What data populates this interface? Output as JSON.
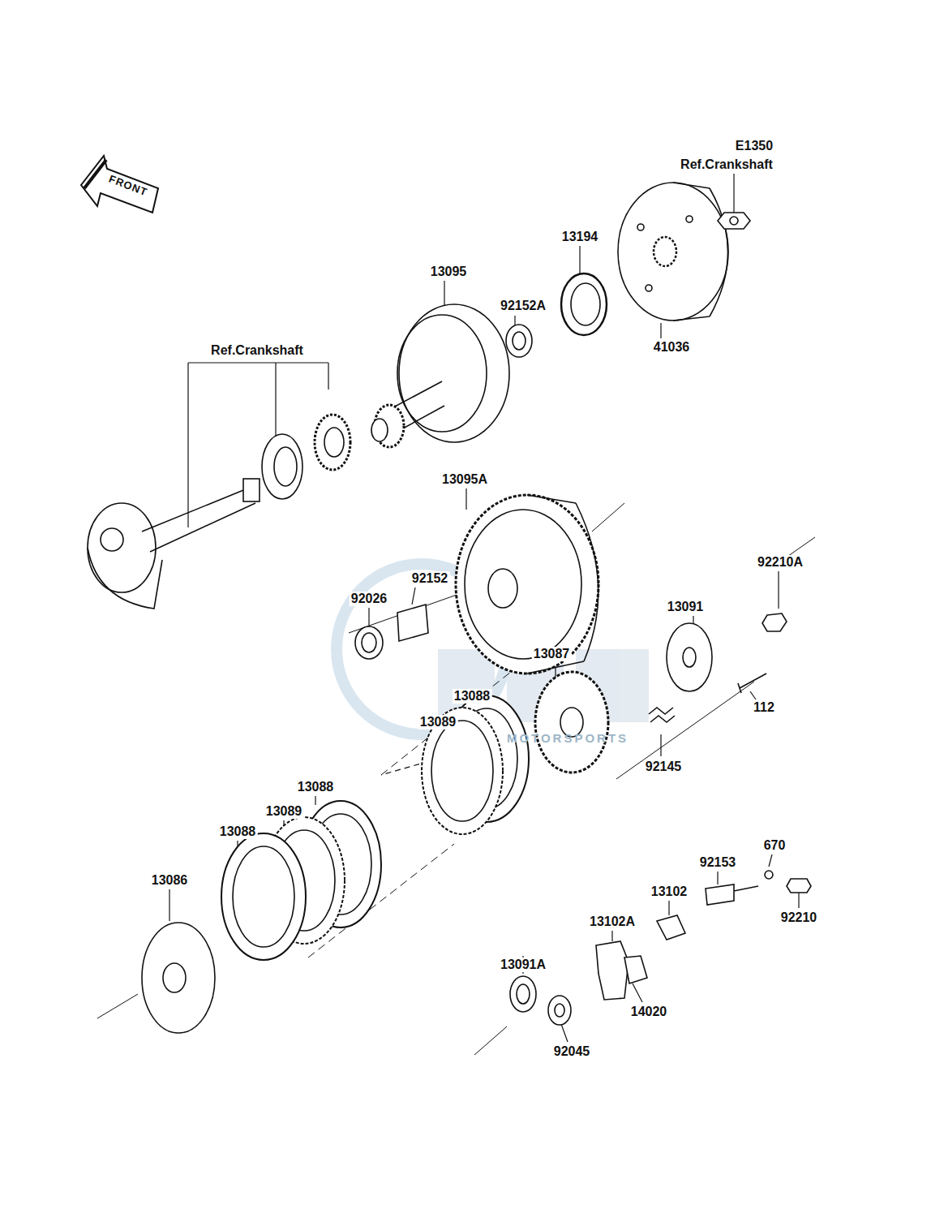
{
  "diagram": {
    "labels": [
      "E1350",
      "FRONT",
      "Ref.Crankshaft",
      "13194",
      "13095",
      "92152A",
      "41036",
      "Ref.Crankshaft",
      "13095A",
      "92152",
      "92026",
      "92210A",
      "13091",
      "13087",
      "13088",
      "13089",
      "112",
      "92145",
      "13088",
      "13089",
      "13088",
      "13086",
      "670",
      "92153",
      "13102",
      "92210",
      "13102A",
      "13091A",
      "14020",
      "92045",
      "MOTORSPORTS"
    ]
  }
}
